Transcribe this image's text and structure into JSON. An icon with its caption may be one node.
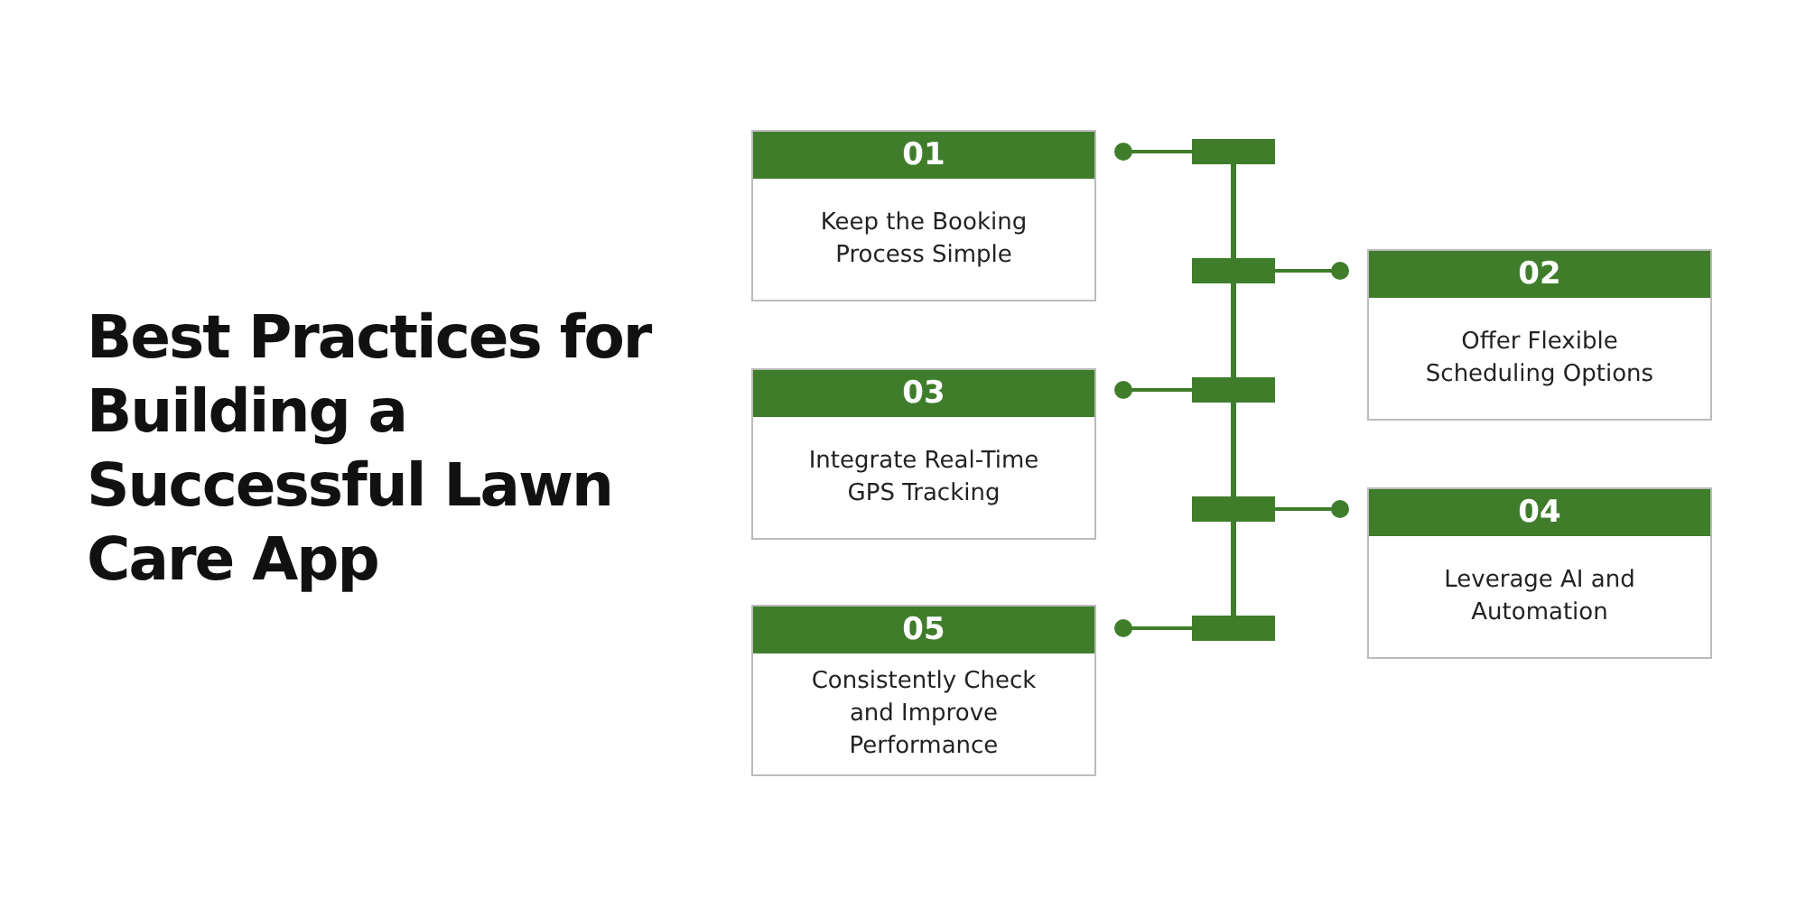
{
  "diagram": {
    "title": "Best Practices for Building a Successful Lawn Care App",
    "nodes": [
      {
        "text": [
          "01",
          "Keep the Booking Process Simple"
        ]
      },
      {
        "text": [
          "02",
          "Offer Flexible Scheduling Options"
        ]
      },
      {
        "text": [
          "03",
          "Integrate Real-Time GPS Tracking"
        ]
      },
      {
        "text": [
          "04",
          "Leverage AI and Automation"
        ]
      },
      {
        "text": [
          "05",
          "Consistently Check and Improve Performance"
        ]
      },
      {
        "text": [],
        "shape": "bar"
      },
      {
        "text": [],
        "shape": "bar"
      },
      {
        "text": [],
        "shape": "bar"
      },
      {
        "text": [],
        "shape": "bar"
      },
      {
        "text": [],
        "shape": "bar"
      }
    ],
    "edges": [
      {
        "from": 0,
        "to": 5,
        "arrow": "other"
      },
      {
        "from": 1,
        "to": 6,
        "arrow": "other"
      },
      {
        "from": 2,
        "to": 7,
        "arrow": "other"
      },
      {
        "from": 3,
        "to": 8,
        "arrow": "other"
      },
      {
        "from": 4,
        "to": 9,
        "arrow": "other"
      },
      {
        "from": 5,
        "to": 6,
        "arrow": "none"
      },
      {
        "from": 6,
        "to": 7,
        "arrow": "none"
      },
      {
        "from": 7,
        "to": 8,
        "arrow": "none"
      },
      {
        "from": 8,
        "to": 9,
        "arrow": "none"
      }
    ]
  }
}
